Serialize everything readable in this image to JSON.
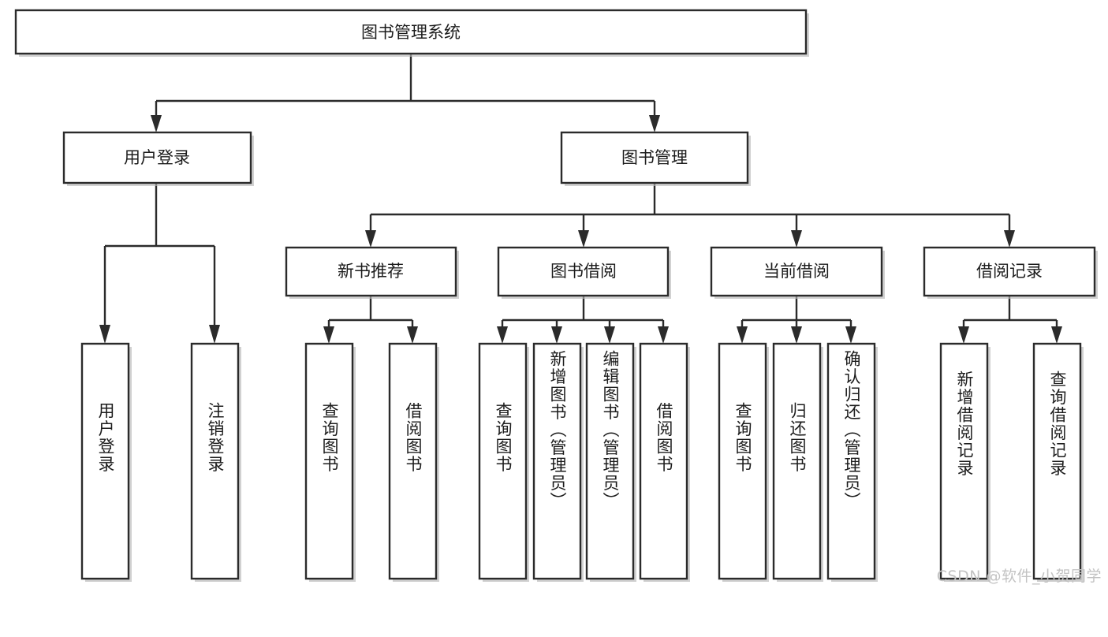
{
  "diagram": {
    "type": "tree",
    "title": "图书管理系统",
    "watermark": "CSDN @软件_小贺同学",
    "root": {
      "id": "root",
      "label": "图书管理系统",
      "orientation": "horizontal"
    },
    "level2": [
      {
        "id": "user-login",
        "label": "用户登录",
        "orientation": "horizontal"
      },
      {
        "id": "book-manage",
        "label": "图书管理",
        "orientation": "horizontal"
      }
    ],
    "level3": [
      {
        "id": "new-book-rec",
        "label": "新书推荐",
        "parent": "book-manage",
        "orientation": "horizontal"
      },
      {
        "id": "book-borrow",
        "label": "图书借阅",
        "parent": "book-manage",
        "orientation": "horizontal"
      },
      {
        "id": "current-borrow",
        "label": "当前借阅",
        "parent": "book-manage",
        "orientation": "horizontal"
      },
      {
        "id": "borrow-record",
        "label": "借阅记录",
        "parent": "book-manage",
        "orientation": "horizontal"
      }
    ],
    "leaves": [
      {
        "id": "leaf-user-login",
        "label": "用户登录",
        "parent": "user-login",
        "orientation": "vertical"
      },
      {
        "id": "leaf-user-logout",
        "label": "注销登录",
        "parent": "user-login",
        "orientation": "vertical"
      },
      {
        "id": "leaf-query-book-1",
        "label": "查询图书",
        "parent": "new-book-rec",
        "orientation": "vertical"
      },
      {
        "id": "leaf-borrow-book-1",
        "label": "借阅图书",
        "parent": "new-book-rec",
        "orientation": "vertical"
      },
      {
        "id": "leaf-query-book-2",
        "label": "查询图书",
        "parent": "book-borrow",
        "orientation": "vertical"
      },
      {
        "id": "leaf-add-book",
        "label": "新增图书（管理员）",
        "parent": "book-borrow",
        "orientation": "vertical"
      },
      {
        "id": "leaf-edit-book",
        "label": "编辑图书（管理员）",
        "parent": "book-borrow",
        "orientation": "vertical"
      },
      {
        "id": "leaf-borrow-book-2",
        "label": "借阅图书",
        "parent": "book-borrow",
        "orientation": "vertical"
      },
      {
        "id": "leaf-query-book-3",
        "label": "查询图书",
        "parent": "current-borrow",
        "orientation": "vertical"
      },
      {
        "id": "leaf-return-book",
        "label": "归还图书",
        "parent": "current-borrow",
        "orientation": "vertical"
      },
      {
        "id": "leaf-confirm-return",
        "label": "确认归还（管理员）",
        "parent": "current-borrow",
        "orientation": "vertical"
      },
      {
        "id": "leaf-add-record",
        "label": "新增借阅记录",
        "parent": "borrow-record",
        "orientation": "vertical"
      },
      {
        "id": "leaf-query-record",
        "label": "查询借阅记录",
        "parent": "borrow-record",
        "orientation": "vertical"
      }
    ],
    "colors": {
      "stroke": "#2b2b2b",
      "fill": "#ffffff",
      "text": "#1c1c1c",
      "shadow": "#b9b9b9",
      "watermark": "#c3c3c3"
    }
  }
}
